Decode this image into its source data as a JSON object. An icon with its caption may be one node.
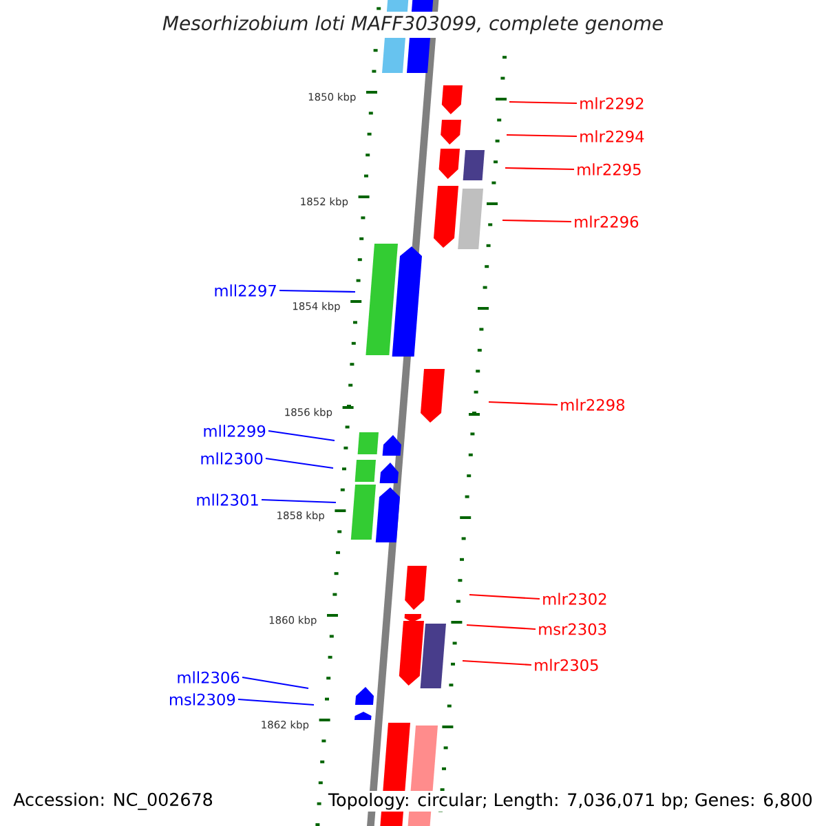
{
  "diagram": {
    "title": "Mesorhizobium loti MAFF303099, complete genome",
    "nodes": [
      {
        "text": [
          "mlr2292"
        ]
      },
      {
        "text": [
          "mlr2294"
        ]
      },
      {
        "text": [
          "mlr2295"
        ]
      },
      {
        "text": [
          "mlr2296"
        ]
      },
      {
        "text": [
          "mll2297"
        ]
      },
      {
        "text": [
          "mlr2298"
        ]
      },
      {
        "text": [
          "mll2299"
        ]
      },
      {
        "text": [
          "mll2300"
        ]
      },
      {
        "text": [
          "mll2301"
        ]
      },
      {
        "text": [
          "mlr2302"
        ]
      },
      {
        "text": [
          "msr2303"
        ]
      },
      {
        "text": [
          "mlr2305"
        ]
      },
      {
        "text": [
          "mll2306"
        ]
      },
      {
        "text": [
          "msl2309"
        ]
      }
    ],
    "edges": [
      {
        "from": 0,
        "to": null,
        "arrow": "none",
        "color": "#ff0000"
      },
      {
        "from": 1,
        "to": null,
        "arrow": "none",
        "color": "#ff0000"
      },
      {
        "from": 2,
        "to": null,
        "arrow": "none",
        "color": "#ff0000"
      },
      {
        "from": 3,
        "to": null,
        "arrow": "none",
        "color": "#ff0000"
      },
      {
        "from": 4,
        "to": null,
        "arrow": "none",
        "color": "#0000ff"
      },
      {
        "from": 5,
        "to": null,
        "arrow": "none",
        "color": "#ff0000"
      },
      {
        "from": 6,
        "to": null,
        "arrow": "none",
        "color": "#0000ff"
      },
      {
        "from": 7,
        "to": null,
        "arrow": "none",
        "color": "#0000ff"
      },
      {
        "from": 8,
        "to": null,
        "arrow": "none",
        "color": "#0000ff"
      },
      {
        "from": 9,
        "to": null,
        "arrow": "none",
        "color": "#ff0000"
      },
      {
        "from": 10,
        "to": null,
        "arrow": "none",
        "color": "#ff0000"
      },
      {
        "from": 11,
        "to": null,
        "arrow": "none",
        "color": "#ff0000"
      },
      {
        "from": 12,
        "to": null,
        "arrow": "none",
        "color": "#0000ff"
      },
      {
        "from": 13,
        "to": null,
        "arrow": "none",
        "color": "#0000ff"
      }
    ],
    "labels": [
      "1850 kbp",
      "1852 kbp",
      "1854 kbp",
      "1856 kbp",
      "1858 kbp",
      "1860 kbp",
      "1862 kbp",
      "Accession: NC_002678",
      "Topology: circular; Length: 7,036,071 bp; Genes: 6,800"
    ]
  }
}
